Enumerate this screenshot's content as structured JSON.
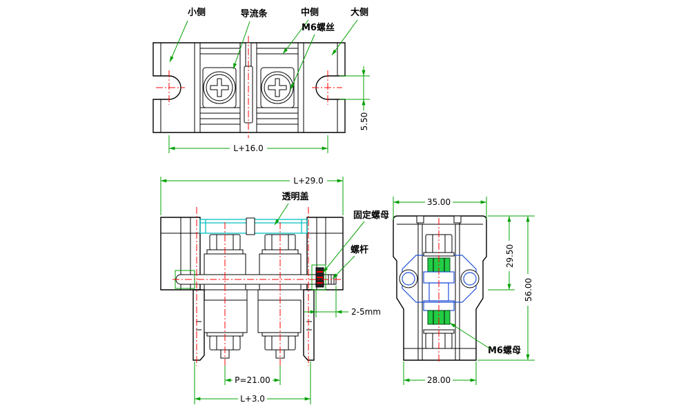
{
  "top_view": {
    "labels": {
      "small_side": "小侧",
      "guide_bar": "导流条",
      "middle_side": "中侧",
      "large_side": "大侧",
      "m6_screw": "M6螺丝"
    },
    "dimensions": {
      "slot_width": "5.50",
      "mounting_pitch": "L+16.0"
    }
  },
  "side_view": {
    "labels": {
      "clear_cover": "透明盖",
      "fixing_nut": "固定螺母",
      "screw_rod": "螺杆"
    },
    "dimensions": {
      "overall_length": "L+29.0",
      "rod_protrusion": "2-5mm",
      "terminal_pitch": "P=21.00",
      "base_length": "L+3.0"
    }
  },
  "front_view": {
    "labels": {
      "m6_nut": "M6螺母"
    },
    "dimensions": {
      "top_width": "35.00",
      "base_width": "28.00",
      "upper_height": "29.50",
      "overall_height": "56.00"
    }
  },
  "colors": {
    "outline": "#000000",
    "centerline": "#ff0000",
    "dimension": "#00a000",
    "clear_cover": "#00c0c0",
    "inner_parts": "#1e4fd8",
    "nut_highlight": "#22cc44"
  }
}
